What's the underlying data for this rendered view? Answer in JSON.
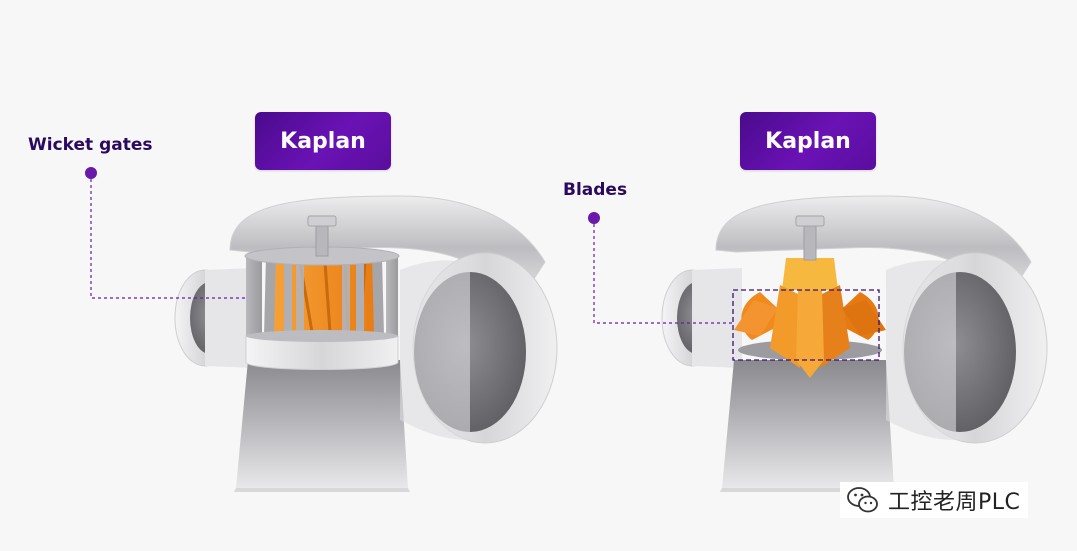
{
  "left_panel": {
    "title": "Kaplan",
    "callout_label": "Wicket gates"
  },
  "right_panel": {
    "title": "Kaplan",
    "callout_label": "Blades"
  },
  "watermark": {
    "text": "工控老周PLC"
  },
  "colors": {
    "badge": "#5a0e9e",
    "callout": "#6a1aaa",
    "label": "#2a0a5e",
    "runner": "#f08a1c",
    "steel": "#c9c9cc"
  }
}
